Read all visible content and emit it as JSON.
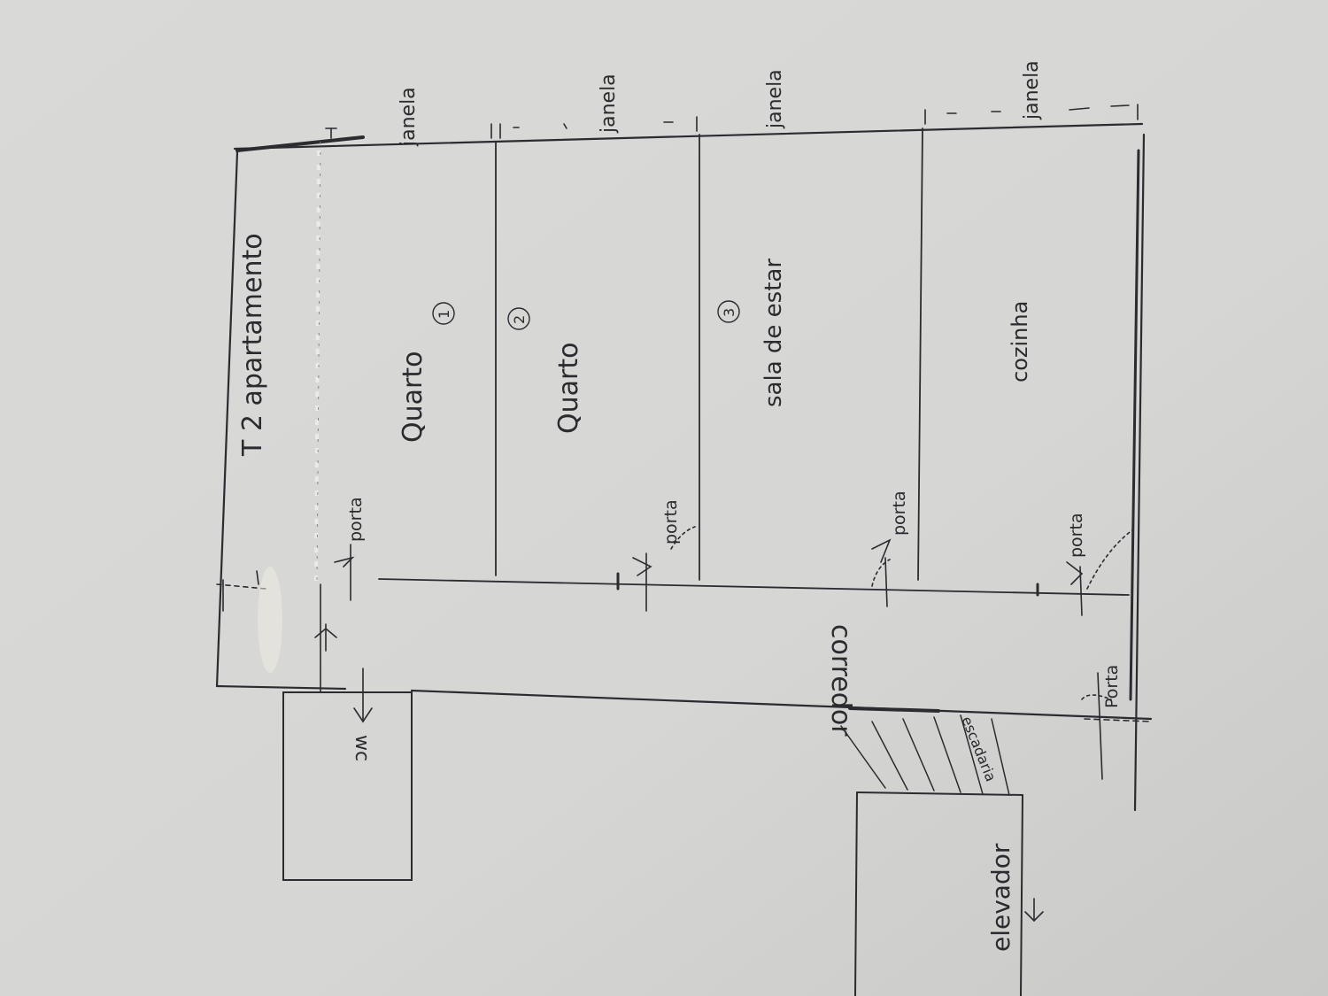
{
  "plan": {
    "title": "T 2 apartamento",
    "rooms": {
      "quarto_1": {
        "name": "Quarto",
        "number": "1"
      },
      "quarto_2": {
        "name": "Quarto",
        "number": "2"
      },
      "sala": {
        "name": "sala de estar",
        "number": "3"
      },
      "cozinha": {
        "name": "cozinha"
      },
      "corredor": {
        "name": "corredor"
      },
      "elevador": {
        "name": "elevador"
      },
      "escadaria": {
        "name": "escadaria"
      },
      "wc": {
        "name": "wc"
      }
    },
    "window_label": "janela",
    "door_label": "porta",
    "entrance_label": "Porta"
  }
}
